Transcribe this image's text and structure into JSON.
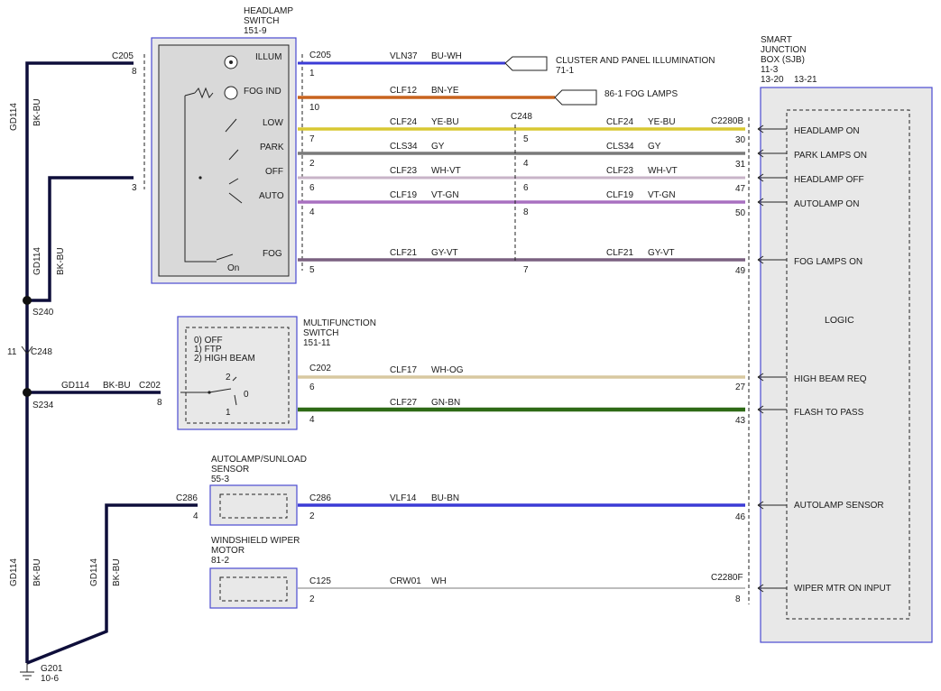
{
  "headlamp_switch": {
    "title1": "HEADLAMP",
    "title2": "SWITCH",
    "ref": "151-9",
    "labels": {
      "illum": "ILLUM",
      "fog_ind": "FOG IND",
      "low": "LOW",
      "park": "PARK",
      "off": "OFF",
      "auto": "AUTO",
      "fog": "FOG",
      "on": "On"
    }
  },
  "multifunction_switch": {
    "title1": "MULTIFUNCTION",
    "title2": "SWITCH",
    "ref": "151-11",
    "opt0": "0) OFF",
    "opt1": "1) FTP",
    "opt2": "2) HIGH BEAM",
    "pin2": "2",
    "pin0": "0",
    "pin1": "1"
  },
  "autolamp_sensor": {
    "title1": "AUTOLAMP/SUNLOAD",
    "title2": "SENSOR",
    "ref": "55-3"
  },
  "wiper_motor": {
    "title1": "WINDSHIELD WIPER",
    "title2": "MOTOR",
    "ref": "81-2"
  },
  "sjb": {
    "title1": "SMART",
    "title2": "JUNCTION",
    "title3": "BOX (SJB)",
    "ref1": "11-3",
    "ref2": "13-20",
    "ref3": "13-21",
    "logic": "LOGIC",
    "inputs": {
      "headlamp_on": "HEADLAMP ON",
      "park_on": "PARK LAMPS ON",
      "headlamp_off": "HEADLAMP OFF",
      "autolamp_on": "AUTOLAMP ON",
      "fog_on": "FOG LAMPS ON",
      "high_beam": "HIGH BEAM REQ",
      "flash": "FLASH TO PASS",
      "autolamp_sensor": "AUTOLAMP SENSOR",
      "wiper": "WIPER MTR ON INPUT"
    }
  },
  "destinations": {
    "cluster": "CLUSTER AND PANEL ILLUMINATION",
    "cluster_ref": "71-1",
    "fog": "86-1  FOG LAMPS"
  },
  "connectors": {
    "c205": "C205",
    "c248": "C248",
    "c2280b": "C2280B",
    "c202": "C202",
    "c286": "C286",
    "c125": "C125",
    "c2280f": "C2280F"
  },
  "ground": {
    "wire": "GD114",
    "color": "BK-BU",
    "s240": "S240",
    "s234": "S234",
    "c248_pin": "11",
    "g201": "G201",
    "g201_ref": "10-6"
  },
  "pins": {
    "p8": "8",
    "p3": "3",
    "p1": "1",
    "p10": "10",
    "p7": "7",
    "p2": "2",
    "p6": "6",
    "p4": "4",
    "p5": "5",
    "p30": "30",
    "p31": "31",
    "p47": "47",
    "p50": "50",
    "p49": "49",
    "p27": "27",
    "p43": "43",
    "p46": "46"
  },
  "wires": {
    "vln37": "VLN37",
    "bu_wh": "BU-WH",
    "clf12": "CLF12",
    "bn_ye": "BN-YE",
    "clf24": "CLF24",
    "ye_bu": "YE-BU",
    "cls34": "CLS34",
    "gy": "GY",
    "clf23": "CLF23",
    "wh_vt": "WH-VT",
    "clf19": "CLF19",
    "vt_gn": "VT-GN",
    "clf21": "CLF21",
    "gy_vt": "GY-VT",
    "clf17": "CLF17",
    "wh_og": "WH-OG",
    "clf27": "CLF27",
    "gn_bn": "GN-BN",
    "vlf14": "VLF14",
    "bu_bn": "BU-BN",
    "crw01": "CRW01",
    "wh": "WH"
  },
  "wire_colors": {
    "ground": "#0e0e3a",
    "illum": "#3b3bd6",
    "fog_ind": "#c8641e",
    "low": "#d8c832",
    "park": "#7a7a7a",
    "off": "#c8b4c8",
    "auto": "#a870c0",
    "fog": "#7a6080",
    "high_beam": "#d8c8a0",
    "flash": "#2e6a16",
    "sensor": "#3b3bd6",
    "wiper": "#bdbdbd",
    "accent": "#4a4ad0"
  }
}
